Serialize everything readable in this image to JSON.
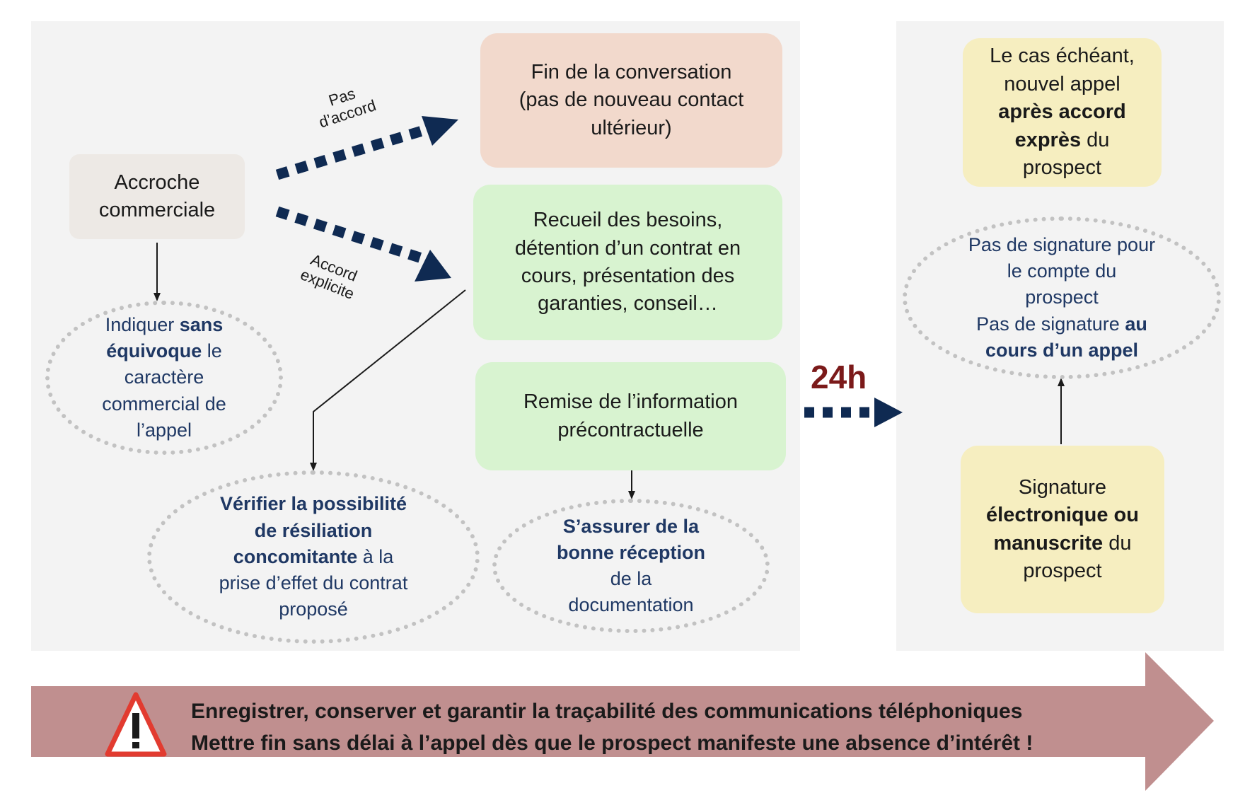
{
  "nodes": {
    "accroche": {
      "lines": [
        "Accroche",
        "commerciale"
      ]
    },
    "fin_conversation": {
      "lines": [
        "Fin de la conversation",
        "(pas de nouveau contact",
        "ultérieur)"
      ]
    },
    "recueil": {
      "lines": [
        "Recueil des besoins,",
        "détention d’un contrat en",
        "cours, présentation des",
        "garanties, conseil…"
      ]
    },
    "remise": {
      "lines": [
        "Remise de l’information",
        "précontractuelle"
      ]
    },
    "nouvel_appel": {
      "l1": "Le cas échéant,",
      "l2": "nouvel appel",
      "l3_bold": "après accord",
      "l4_bold": "exprès",
      "l4_rest": " du",
      "l5": "prospect"
    },
    "signature": {
      "l1": "Signature",
      "l2_bold": "électronique ou",
      "l3_bold": "manuscrite",
      "l3_rest": " du",
      "l4": "prospect"
    }
  },
  "notes": {
    "indiquer": {
      "l1_pre": "Indiquer ",
      "l1_bold": "sans",
      "l2_bold": "équivoque",
      "l2_rest": " le",
      "l3": "caractère",
      "l4": "commercial de",
      "l5": "l’appel"
    },
    "verifier": {
      "l1_bold": "Vérifier la possibilité",
      "l2_bold": "de résiliation",
      "l3_bold": "concomitante",
      "l3_rest": " à la",
      "l4": "prise d’effet du contrat",
      "l5": "proposé"
    },
    "assurer": {
      "l1_bold": "S’assurer de la",
      "l2_bold": "bonne réception",
      "l3": "de la",
      "l4": "documentation"
    },
    "pas_signature": {
      "l1": "Pas de signature pour",
      "l2": "le compte du",
      "l3": "prospect",
      "l4_pre": "Pas de signature ",
      "l4_bold": "au",
      "l5_bold": "cours d’un appel"
    }
  },
  "edge_labels": {
    "pas_accord": [
      "Pas",
      "d’accord"
    ],
    "accord_explicite": [
      "Accord",
      "explicite"
    ],
    "delay": "24h"
  },
  "banner": {
    "line1": "Enregistrer, conserver et garantir la traçabilité des communications téléphoniques",
    "line2": "Mettre fin sans délai à l’appel dès que le prospect manifeste une absence d’intérêt !",
    "warning_icon": "warning-triangle-icon"
  },
  "colors": {
    "panel_bg": "#f3f3f3",
    "accroche_bg": "#ede9e5",
    "fin_bg": "#f2d9cc",
    "green_bg": "#d8f3d0",
    "yellow_bg": "#f6eec0",
    "note_text": "#1f3864",
    "arrow_navy": "#0f2a52",
    "banner_fill": "#c08f8f",
    "warning_red": "#e23b30",
    "delay_red": "#7b1a1a"
  }
}
